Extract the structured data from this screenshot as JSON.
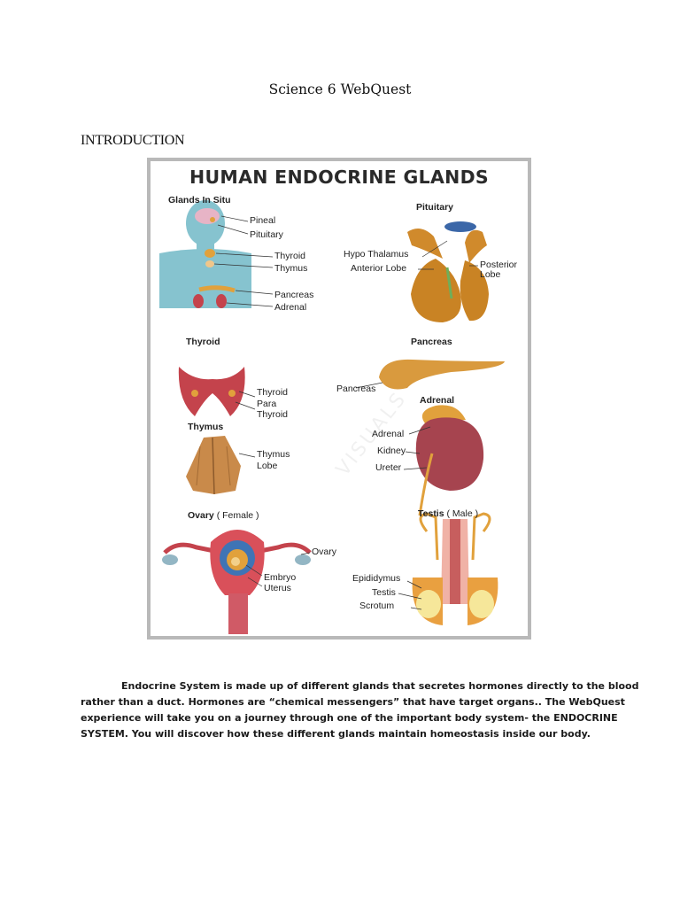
{
  "document": {
    "title": "Science 6 WebQuest",
    "section_heading": "INTRODUCTION",
    "paragraph_lines": [
      "Endocrine System is made up of different glands that secretes hormones directly to the blood",
      "rather than a duct. Hormones are “chemical messengers” that have target organs.. The WebQuest",
      "experience will take you on a journey through one of the important body system- the ENDOCRINE",
      "SYSTEM. You will discover how these different glands maintain homeostasis inside our body."
    ]
  },
  "poster": {
    "title": "HUMAN ENDOCRINE GLANDS",
    "watermark": "VISUALS",
    "sections": {
      "glands_in_situ": "Glands In Situ",
      "pituitary": "Pituitary",
      "thyroid": "Thyroid",
      "pancreas": "Pancreas",
      "adrenal": "Adrenal",
      "thymus": "Thymus",
      "ovary": "Ovary",
      "ovary_note": "( Female )",
      "testis": "Testis",
      "testis_note": "( Male )"
    },
    "labels": {
      "pineal": "Pineal",
      "pituitary": "Pituitary",
      "thyroid": "Thyroid",
      "thymus": "Thymus",
      "pancreas": "Pancreas",
      "adrenal": "Adrenal",
      "hypo_thalamus": "Hypo Thalamus",
      "anterior_lobe": "Anterior Lobe",
      "posterior": "Posterior",
      "lobe": "Lobe",
      "thyroid_2": "Thyroid",
      "para": "Para",
      "thyroid_3": "Thyroid",
      "pancreas_2": "Pancreas",
      "thymus_2": "Thymus",
      "lobe_2": "Lobe",
      "adrenal_2": "Adrenal",
      "kidney": "Kidney",
      "ureter": "Ureter",
      "ovary": "Ovary",
      "embryo": "Embryo",
      "uterus": "Uterus",
      "epididymus": "Epididymus",
      "testis": "Testis",
      "scrotum": "Scrotum"
    },
    "colors": {
      "body_silhouette": "#86c3cf",
      "gland_orange": "#e1a13c",
      "gland_red": "#c4434c",
      "pituitary_blue": "#3b67a8"
    }
  }
}
